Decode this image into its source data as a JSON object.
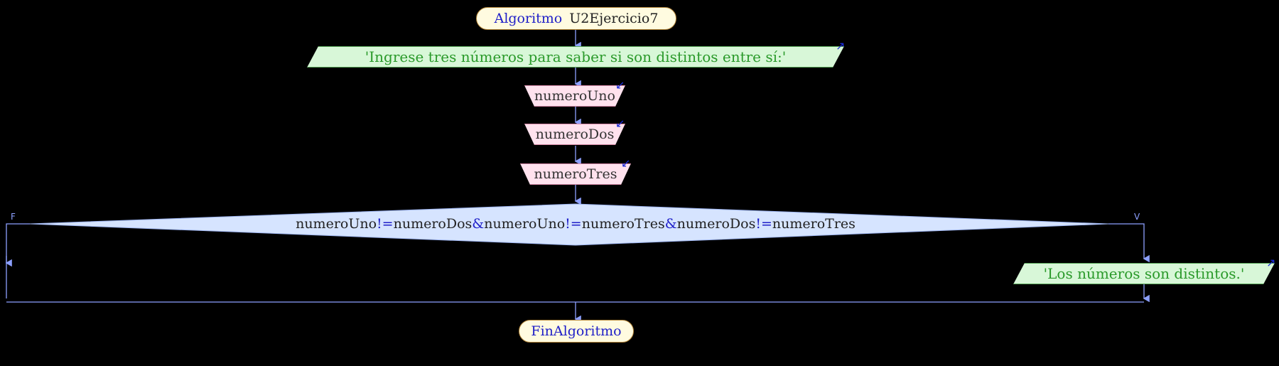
{
  "start": {
    "keyword": "Algoritmo",
    "name": "U2Ejercicio7"
  },
  "prompt_output": "'Ingrese tres números para saber si son distintos entre sí:'",
  "reads": [
    "numeroUno",
    "numeroDos",
    "numeroTres"
  ],
  "condition": {
    "parts": [
      "numeroUno",
      "!=",
      "numeroDos",
      "&",
      "numeroUno",
      "!=",
      "numeroTres",
      "&",
      "numeroDos",
      "!=",
      "numeroTres"
    ]
  },
  "branch_false": "F",
  "branch_true": "V",
  "true_output": "'Los números son distintos.'",
  "end": {
    "keyword": "FinAlgoritmo"
  },
  "colors": {
    "line": "#8da0ff",
    "keyword": "#1e1ec8",
    "string": "#2a9a2a",
    "background": "#000000"
  }
}
